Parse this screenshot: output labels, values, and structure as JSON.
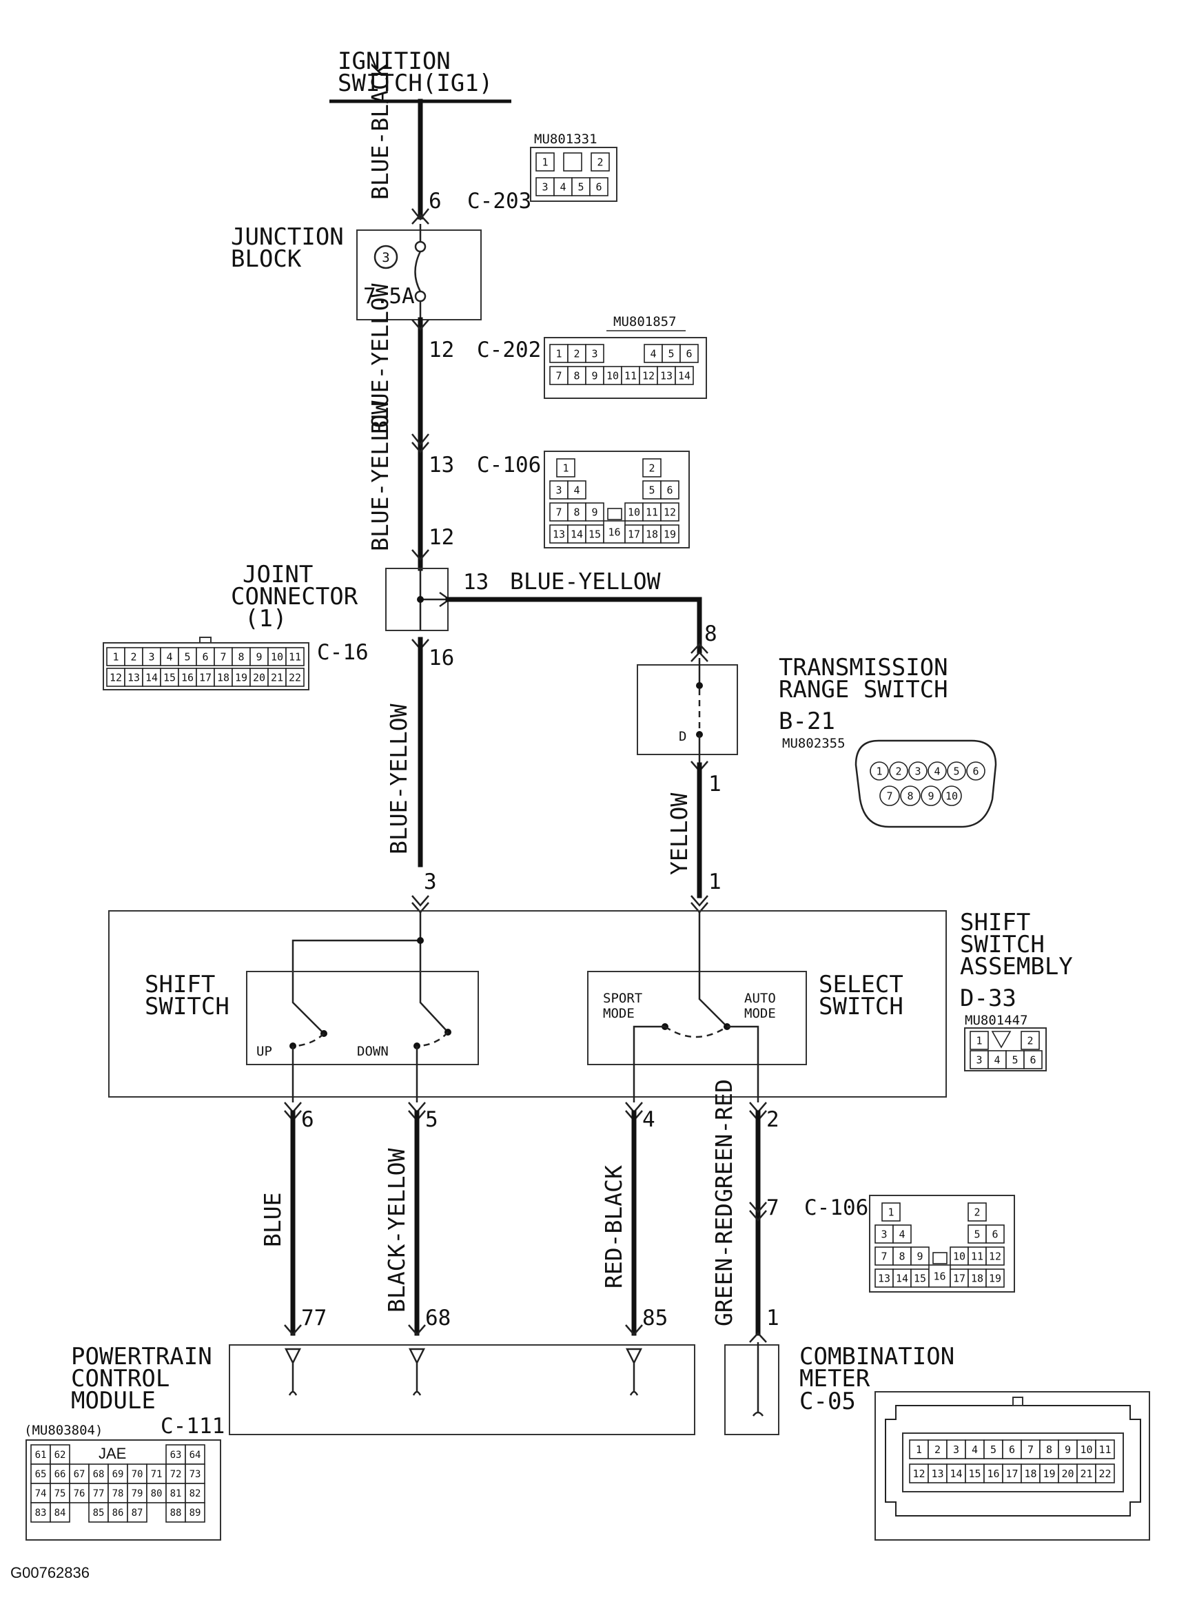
{
  "ignition": {
    "line1": "IGNITION",
    "line2": "SWITCH(IG1)"
  },
  "junction_block": {
    "line1": "JUNCTION",
    "line2": "BLOCK",
    "fuse_no": "3",
    "fuse_rating": "7.5A"
  },
  "joint_connector": {
    "line1": "JOINT",
    "line2": "CONNECTOR",
    "line3": "(1)"
  },
  "trs": {
    "line1": "TRANSMISSION",
    "line2": "RANGE SWITCH",
    "id": "B-21",
    "part": "MU802355",
    "d_label": "D"
  },
  "ssa": {
    "line1": "SHIFT",
    "line2": "SWITCH",
    "line3": "ASSEMBLY",
    "id": "D-33",
    "part": "MU801447"
  },
  "shift_switch": {
    "line1": "SHIFT",
    "line2": "SWITCH",
    "up": "UP",
    "down": "DOWN"
  },
  "select_switch": {
    "line1": "SELECT",
    "line2": "SWITCH",
    "sport1": "SPORT",
    "sport2": "MODE",
    "auto1": "AUTO",
    "auto2": "MODE"
  },
  "pcm": {
    "line1": "POWERTRAIN",
    "line2": "CONTROL",
    "line3": "MODULE",
    "id": "C-111",
    "part": "(MU803804)",
    "jae": "JAE"
  },
  "meter": {
    "line1": "COMBINATION",
    "line2": "METER",
    "id": "C-05"
  },
  "connectors": {
    "c203": {
      "id": "C-203",
      "part": "MU801331"
    },
    "c202": {
      "id": "C-202",
      "part": "MU801857"
    },
    "c106": {
      "id": "C-106"
    },
    "c16": {
      "id": "C-16"
    }
  },
  "wires": {
    "blue_black": "BLUE-BLACK",
    "blue_yellow_a": "BLUE-YELLOW",
    "blue_yellow_b": "BLUE-YELLOW",
    "blue_yellow_h": "BLUE-YELLOW",
    "blue_yellow_v": "BLUE-YELLOW",
    "yellow": "YELLOW",
    "blue": "BLUE",
    "black_yellow": "BLACK-YELLOW",
    "red_black": "RED-BLACK",
    "green_red_a": "GREEN-RED",
    "green_red_b": "GREEN-RED"
  },
  "pins": {
    "p6_ign": "6",
    "p12_jb": "12",
    "p13_c106": "13",
    "p12_jc": "12",
    "p13_jc": "13",
    "p16": "16",
    "p8": "8",
    "p1_trs": "1",
    "p1_ssa": "1",
    "p3": "3",
    "p6": "6",
    "p5": "5",
    "p4": "4",
    "p2": "2",
    "p7": "7",
    "p77": "77",
    "p68": "68",
    "p85": "85",
    "p1_meter": "1"
  },
  "grids": {
    "c203": [
      "1",
      "",
      "2",
      "3",
      "4",
      "5",
      "6"
    ],
    "c202_top": [
      "1",
      "2",
      "3",
      "4",
      "5",
      "6"
    ],
    "c202_bot": [
      "7",
      "8",
      "9",
      "10",
      "11",
      "12",
      "13",
      "14"
    ],
    "c106": [
      "1",
      "2",
      "3",
      "4",
      "5",
      "6",
      "7",
      "8",
      "9",
      "10",
      "11",
      "12",
      "13",
      "14",
      "15",
      "16",
      "17",
      "18",
      "19"
    ],
    "c16_top": [
      "1",
      "2",
      "3",
      "4",
      "5",
      "6",
      "7",
      "8",
      "9",
      "10",
      "11"
    ],
    "c16_bot": [
      "12",
      "13",
      "14",
      "15",
      "16",
      "17",
      "18",
      "19",
      "20",
      "21",
      "22"
    ],
    "trs_top": [
      "1",
      "2",
      "3",
      "4",
      "5",
      "6"
    ],
    "trs_bot": [
      "7",
      "8",
      "9",
      "10"
    ],
    "d33": [
      "1",
      "2",
      "3",
      "4",
      "5",
      "6"
    ],
    "pcm_r1": [
      "61",
      "62",
      "63",
      "64"
    ],
    "pcm_r2": [
      "65",
      "66",
      "67",
      "68",
      "69",
      "70",
      "71",
      "72",
      "73"
    ],
    "pcm_r3": [
      "74",
      "75",
      "76",
      "77",
      "78",
      "79",
      "80",
      "81",
      "82"
    ],
    "pcm_r4": [
      "83",
      "84",
      "85",
      "86",
      "87",
      "88",
      "89"
    ],
    "meter_top": [
      "1",
      "2",
      "3",
      "4",
      "5",
      "6",
      "7",
      "8",
      "9",
      "10",
      "11"
    ],
    "meter_bot": [
      "12",
      "13",
      "14",
      "15",
      "16",
      "17",
      "18",
      "19",
      "20",
      "21",
      "22"
    ]
  },
  "figure_id": "G00762836"
}
